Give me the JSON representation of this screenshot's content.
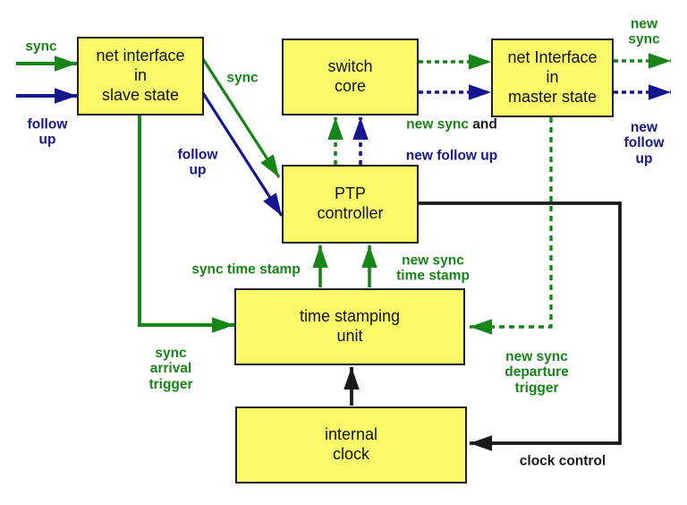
{
  "colors": {
    "green": "#178517",
    "blue": "#16168f",
    "black": "#1a1a1a",
    "box_fill": "#fbfb69",
    "box_border": "#1f1f1f",
    "box_text": "#101010",
    "page_bg": "#ffffff"
  },
  "boxes": {
    "slave": {
      "label": "net interface\nin\nslave state"
    },
    "switch_core": {
      "label": "switch\ncore"
    },
    "master": {
      "label": "net Interface\nin\nmaster state"
    },
    "ptp": {
      "label": "PTP\ncontroller"
    },
    "tsu": {
      "label": "time stamping\nunit"
    },
    "clock": {
      "label": "internal\nclock"
    }
  },
  "labels": {
    "sync_in": "sync",
    "follow_up_in": "follow\nup",
    "sync_to_ptp": "sync",
    "follow_up_to_ptp": "follow\nup",
    "new_sync_part": "new sync",
    "and_part": " and",
    "new_follow_up_part": "new follow up",
    "new_sync_out": "new\nsync",
    "new_follow_up_out": "new\nfollow\nup",
    "sync_time_stamp": "sync time stamp",
    "new_sync_time_stamp": "new sync\ntime stamp",
    "sync_arrival_trigger": "sync\narrival\ntrigger",
    "new_sync_departure_trigger": "new sync\ndeparture\ntrigger",
    "clock_control": "clock control"
  }
}
